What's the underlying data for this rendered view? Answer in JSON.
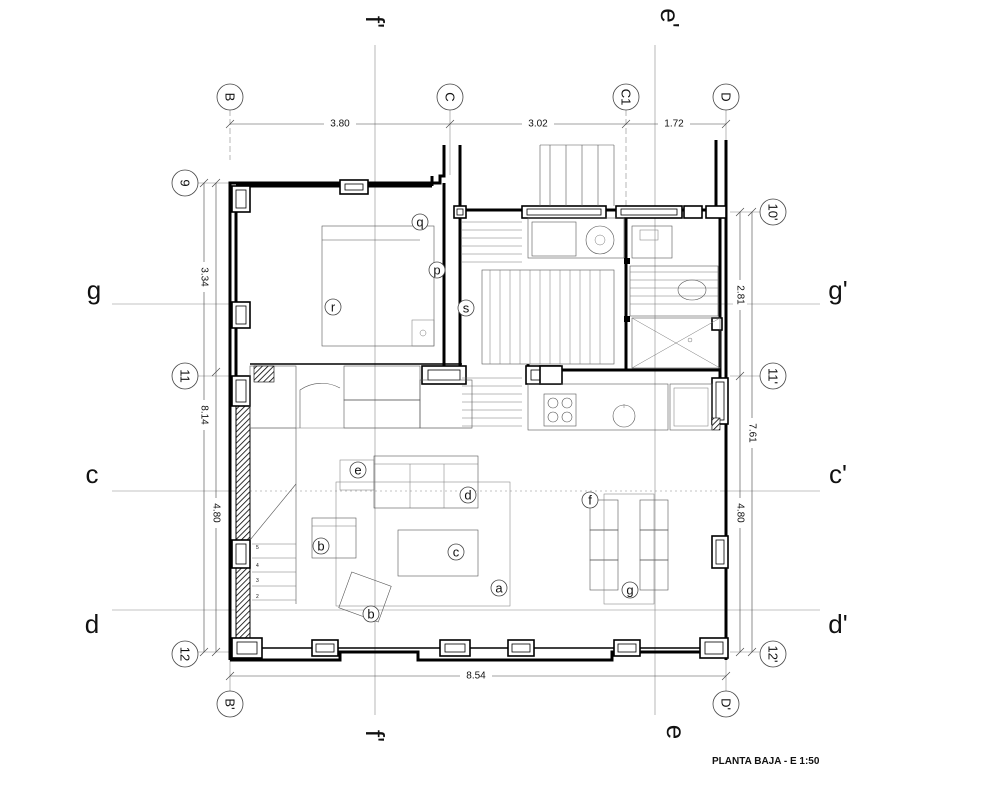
{
  "title": "PLANTA BAJA - E 1:50",
  "axis_labels": {
    "f_top": "f'",
    "e_top": "e'",
    "f_bottom": "f'",
    "e_bottom": "e",
    "g_left": "g",
    "g_right": "g'",
    "c_left": "c",
    "c_right": "c'",
    "d_left": "d",
    "d_right": "d'"
  },
  "grid_bubbles": {
    "B": "B",
    "C": "C",
    "C1": "C1",
    "D": "D",
    "B_prime": "B'",
    "D_prime": "D'",
    "r9": "9",
    "r10p": "10'",
    "r11": "11",
    "r11p": "11'",
    "r12": "12",
    "r12p": "12'"
  },
  "dimensions": {
    "top_1": "3.80",
    "top_2": "3.02",
    "top_3": "1.72",
    "bottom": "8.54",
    "left_1": "3.34",
    "left_total": "8.14",
    "left_2": "4.80",
    "right_1": "2.81",
    "right_total": "7.61",
    "right_2": "4.80"
  },
  "rooms": {
    "q": "q",
    "p": "p",
    "r": "r",
    "s": "s",
    "e": "e",
    "d": "d",
    "f": "f",
    "b1": "b",
    "c": "c",
    "a": "a",
    "g": "g",
    "b2": "b"
  },
  "stair_steps": [
    "5",
    "4",
    "3",
    "2"
  ]
}
